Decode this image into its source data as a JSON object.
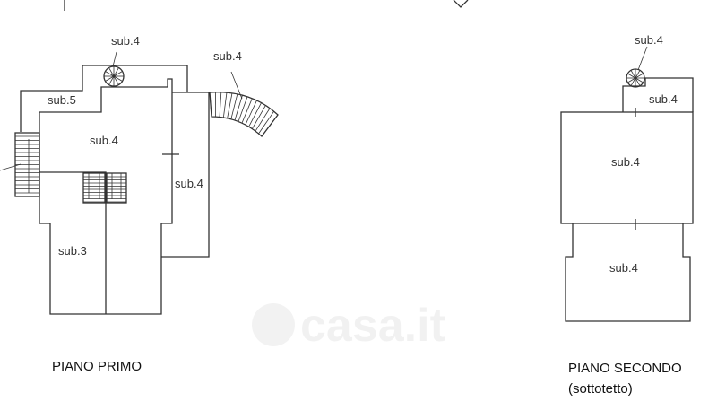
{
  "plan_primo": {
    "title": "PIANO PRIMO",
    "labels": [
      "sub.4",
      "sub.4",
      "sub.5",
      "sub.4",
      "sub.4",
      "sub.3"
    ]
  },
  "plan_secondo": {
    "title": "PIANO SECONDO",
    "subtitle": "(sottotetto)",
    "labels": [
      "sub.4",
      "sub.4",
      "sub.4",
      "sub.4"
    ]
  },
  "watermark": "casa.it",
  "colors": {
    "line": "#333333",
    "background": "#ffffff"
  }
}
